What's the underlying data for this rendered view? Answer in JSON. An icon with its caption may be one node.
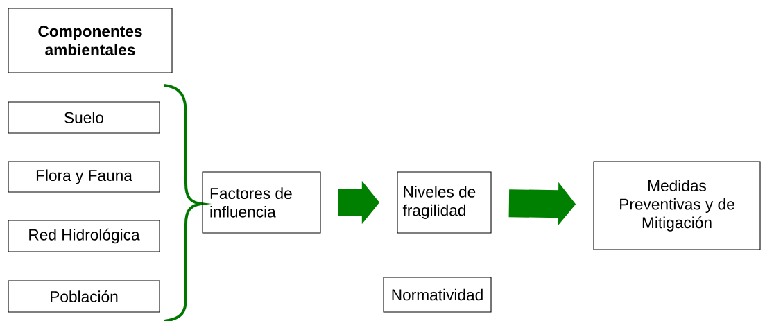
{
  "diagram": {
    "nodes": [
      {
        "text": [
          "Componentes ambientales"
        ]
      },
      {
        "text": [
          "Suelo"
        ]
      },
      {
        "text": [
          "Flora y Fauna"
        ]
      },
      {
        "text": [
          "Red Hidrológica"
        ]
      },
      {
        "text": [
          "Población"
        ]
      },
      {
        "text": [
          "Factores de influencia"
        ]
      },
      {
        "text": [
          "Niveles de fragilidad"
        ]
      },
      {
        "text": [
          "Medidas Preventivas y de Mitigación"
        ]
      },
      {
        "text": [
          "Normatividad"
        ]
      }
    ],
    "edges": [
      {
        "from": 5,
        "to": 6,
        "arrow": "to"
      },
      {
        "from": 6,
        "to": 7,
        "arrow": "to"
      }
    ]
  }
}
